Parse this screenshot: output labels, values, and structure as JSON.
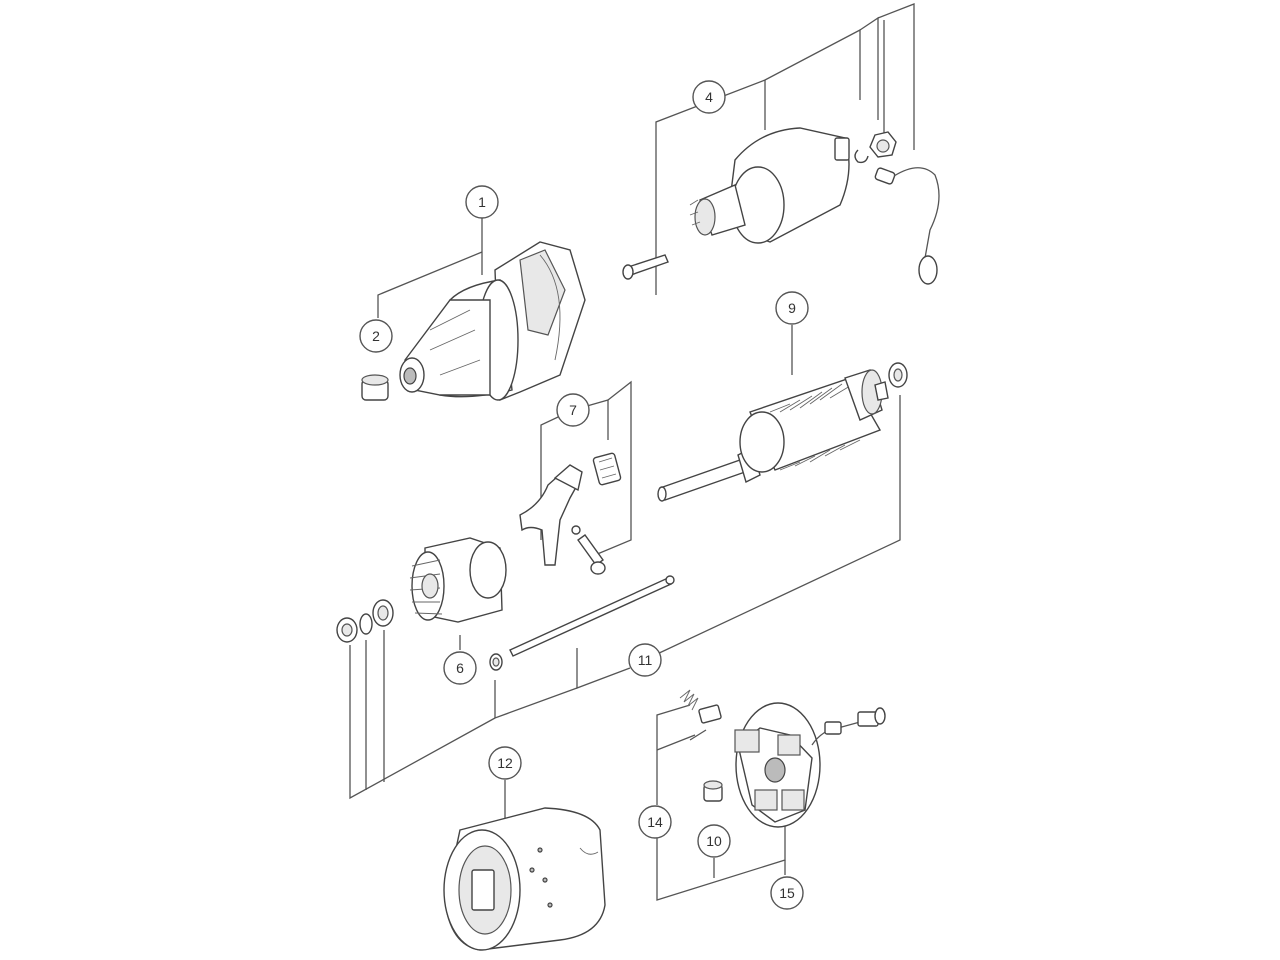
{
  "callouts": [
    "1",
    "2",
    "4",
    "6",
    "7",
    "9",
    "10",
    "11",
    "12",
    "14",
    "15"
  ],
  "colors": {
    "line": "#555555",
    "part_fill": "#ffffff",
    "shade": "#e8e8e8",
    "dark": "#bbbbbb"
  }
}
